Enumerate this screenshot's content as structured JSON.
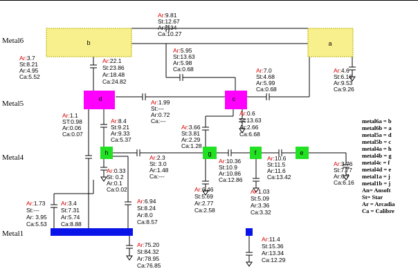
{
  "levels": [
    "Metal6",
    "Metal5",
    "Metal4",
    "Metal1"
  ],
  "colors": {
    "metal6": "#f8f08c",
    "metal5": "#ff00ff",
    "metal4": "#22e022",
    "metal1": "#0a14e8",
    "ansoft_value": "#d40000"
  },
  "nodes": {
    "b": "b",
    "a": "a",
    "d": "d",
    "c": "c",
    "h": "h",
    "g": "g",
    "f": "f",
    "e": "e"
  },
  "caps": {
    "top": {
      "ar_prefix": "Ar:",
      "ar": "9.81",
      "rest": [
        "St:12.67",
        "Ar:9.34",
        "Ca:10.27"
      ]
    },
    "bd": {
      "ar_prefix": "Ar:",
      "ar": "3.7",
      "rest": [
        "St:8.21",
        "Ar:4.95",
        "Ca:5.52"
      ]
    },
    "bv": {
      "ar_prefix": "Ar:",
      "ar": "22.1",
      "rest": [
        "St:23.86",
        "Ar:18.48",
        "Ca:24.82"
      ]
    },
    "bc": {
      "ar_prefix": "Ar:",
      "ar": "5.95",
      "rest": [
        "St:13.63",
        "Ar:5.98",
        "Ca:0.68"
      ]
    },
    "a5": {
      "ar_prefix": "Ar:",
      "ar": "7.0",
      "rest": [
        "St:4.68",
        "Ar:5.99",
        "Ca:0.68"
      ]
    },
    "agnd": {
      "ar_prefix": "Ar:",
      "ar": "4.6",
      "rest": [
        "St:6.16",
        "Ar:9.53",
        "Ca:9.26"
      ]
    },
    "dc": {
      "ar_prefix": "Ar:",
      "ar": "1.99",
      "rest": [
        "St:---",
        "Ar:0.72",
        "Ca:---"
      ]
    },
    "dl": {
      "ar_prefix": "Ar:",
      "ar": "1.1",
      "rest": [
        "ST:0.98",
        "Ar:0.06",
        "Ca:0.07"
      ]
    },
    "dh": {
      "ar_prefix": "Ar:",
      "ar": "8.4",
      "rest": [
        "St:9.21",
        "Ar:9.33",
        "Ca:5.37"
      ]
    },
    "cgnd": {
      "ar_prefix": "Ar:",
      "ar": "0.6",
      "rest": [
        "St:13.63",
        "Ar:2.66",
        "Ca:6.68"
      ]
    },
    "cg": {
      "ar_prefix": "Ar:",
      "ar": "3.66",
      "rest": [
        "St:3.81",
        "Ar:2.29",
        "Ca:1.28"
      ]
    },
    "hg": {
      "ar_prefix": "Ar:",
      "ar": "2.3",
      "rest": [
        "St: 3.0",
        "Ar:1.48",
        "Ca:---"
      ]
    },
    "gf": {
      "ar_prefix": "Ar:",
      "ar": "10.36",
      "rest": [
        "St:10.9",
        "Ar:10.86",
        "Ca:12.86"
      ]
    },
    "fe": {
      "ar_prefix": "Ar:",
      "ar": "10.6",
      "rest": [
        "St:11.5",
        "Ar:11.6",
        "Ca:13.42"
      ]
    },
    "egnd": {
      "ar_prefix": "Ar:",
      "ar": "3.76",
      "rest": [
        "St:7.77",
        "Ar:6.7",
        "Ca:6.16"
      ]
    },
    "hgnd": {
      "ar_prefix": "Ar:",
      "ar": "0.33",
      "rest": [
        "St: 0.2",
        "Ar:0.1",
        "Ca:0.02"
      ]
    },
    "ggnd": {
      "ar_prefix": "Ar:",
      "ar": "6.46",
      "rest": [
        "St:5.69",
        "Ar:2.77",
        "Ca:2.58"
      ]
    },
    "fgnd": {
      "ar_prefix": "Ar:",
      "ar": "1.03",
      "rest": [
        "St:5.09",
        "Ar:3.36",
        "Ca:3.32"
      ]
    },
    "m1l": {
      "ar_prefix": "Ar:",
      "ar": "1.73",
      "rest": [
        "St:---",
        "Ar: 3.95",
        "Ca:5.53"
      ]
    },
    "m1a": {
      "ar_prefix": "Ar:",
      "ar": "3.4",
      "rest": [
        "St:7.31",
        "Ar:5.74",
        "Ca:8.88"
      ]
    },
    "m1b": {
      "ar_prefix": "Ar:",
      "ar": "6.94",
      "rest": [
        "St:8.24",
        "Ar:8.0",
        "Ca:8.57"
      ]
    },
    "m1gnd": {
      "ar_prefix": "Ar:",
      "ar": "75.20",
      "rest": [
        "St:84.32",
        "Ar:78.95",
        "Ca:76.85"
      ]
    },
    "jgnd": {
      "ar_prefix": "Ar:",
      "ar": "11.4",
      "rest": [
        "St:15.36",
        "Ar:13.34",
        "Ca:12.29"
      ]
    }
  },
  "legend": [
    "metal6a = b",
    "metal6b = a",
    "metal5a = d",
    "metal5b = c",
    "metal4a = h",
    "metal4b = g",
    "metal4c = f",
    "metal4d = e",
    "metal1a = j",
    "metal1b = j",
    "An= Ansoft",
    "St= Star",
    "Ar = Arcadia",
    "Ca = Calibre"
  ]
}
